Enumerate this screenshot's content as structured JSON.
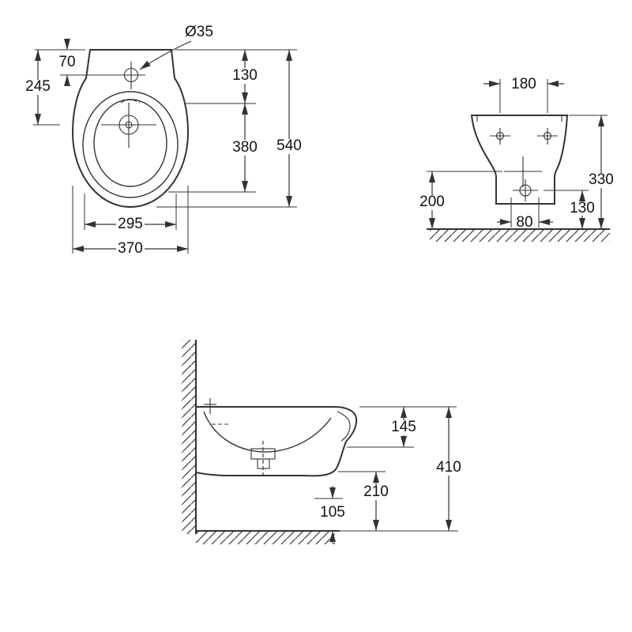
{
  "drawing": {
    "views": {
      "plan": {
        "dims": {
          "faucet_hole_diameter": "Ø35",
          "top_to_faucet": "70",
          "top_to_drain": "245",
          "upper_length": "130",
          "bowl_length": "380",
          "overall_length": "540",
          "rim_width": "295",
          "overall_width": "370"
        }
      },
      "rear": {
        "dims": {
          "fixing_hole_spacing": "180",
          "inlet_height": "200",
          "overall_height": "330",
          "drain_height": "130",
          "drain_width": "80"
        }
      },
      "side": {
        "dims": {
          "rim_drop": "145",
          "overall_height": "410",
          "underside_clearance": "210",
          "outlet_clearance": "105"
        }
      }
    },
    "colors": {
      "line": "#333333",
      "hatch": "#444444",
      "text": "#111111",
      "background": "#ffffff"
    }
  }
}
